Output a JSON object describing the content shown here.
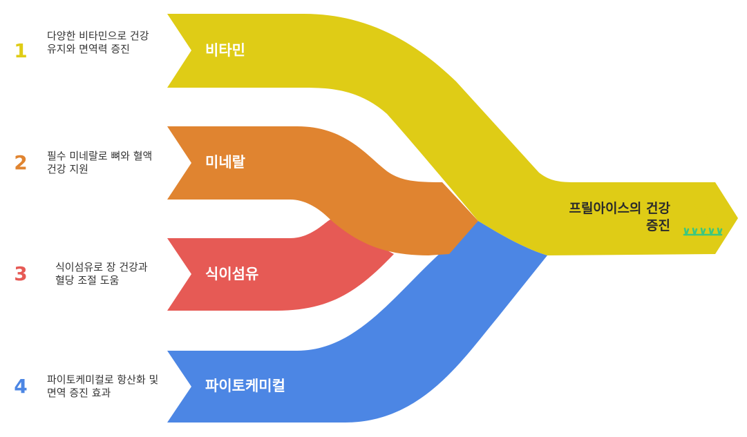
{
  "items": [
    {
      "number": "1",
      "description": "다양한 비타민으로 건강 유지와 면역력 증진",
      "label": "비타민",
      "color": "#dfcc16"
    },
    {
      "number": "2",
      "description": "필수 미네랄로 뼈와 혈액 건강 지원",
      "label": "미네랄",
      "color": "#e08430"
    },
    {
      "number": "3",
      "description": "식이섬유로 장 건강과 혈당 조절 도움",
      "label": "식이섬유",
      "color": "#e65a55"
    },
    {
      "number": "4",
      "description": "파이토케미컬로 항산화 및 면역 증진 효과",
      "label": "파이토케미컬",
      "color": "#4c86e4"
    }
  ],
  "output": {
    "label": "프릴아이스의 건강 증진",
    "icon": "sprout-sun-icon",
    "icon_colors": [
      "#dfcc16",
      "#3cc77f"
    ]
  }
}
